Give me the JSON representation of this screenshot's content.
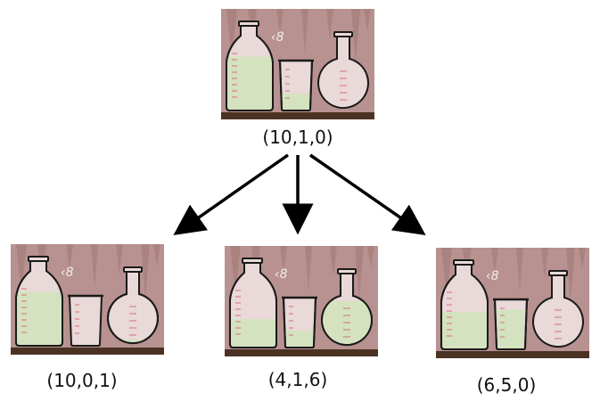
{
  "colors": {
    "wall": "#b89290",
    "wall_dark": "#8e6866",
    "shelf": "#4b3324",
    "water": "#d4e2c0",
    "glass": "#e9d9d8",
    "tick": "#d96f73",
    "outline": "#1a1a1a"
  },
  "root": {
    "label": "(10,1,0)",
    "fills": [
      0.72,
      0.35,
      0.0
    ]
  },
  "children": [
    {
      "label": "(10,0,1)",
      "fills": [
        0.72,
        0.0,
        0.08
      ]
    },
    {
      "label": "(4,1,6)",
      "fills": [
        0.38,
        0.35,
        0.62
      ]
    },
    {
      "label": "(6,5,0)",
      "fills": [
        0.5,
        0.82,
        0.0
      ]
    }
  ],
  "jug_capacity_mark": "8",
  "icons": [
    "bottle-icon",
    "beaker-icon",
    "round-flask-icon",
    "arrow-icon"
  ]
}
